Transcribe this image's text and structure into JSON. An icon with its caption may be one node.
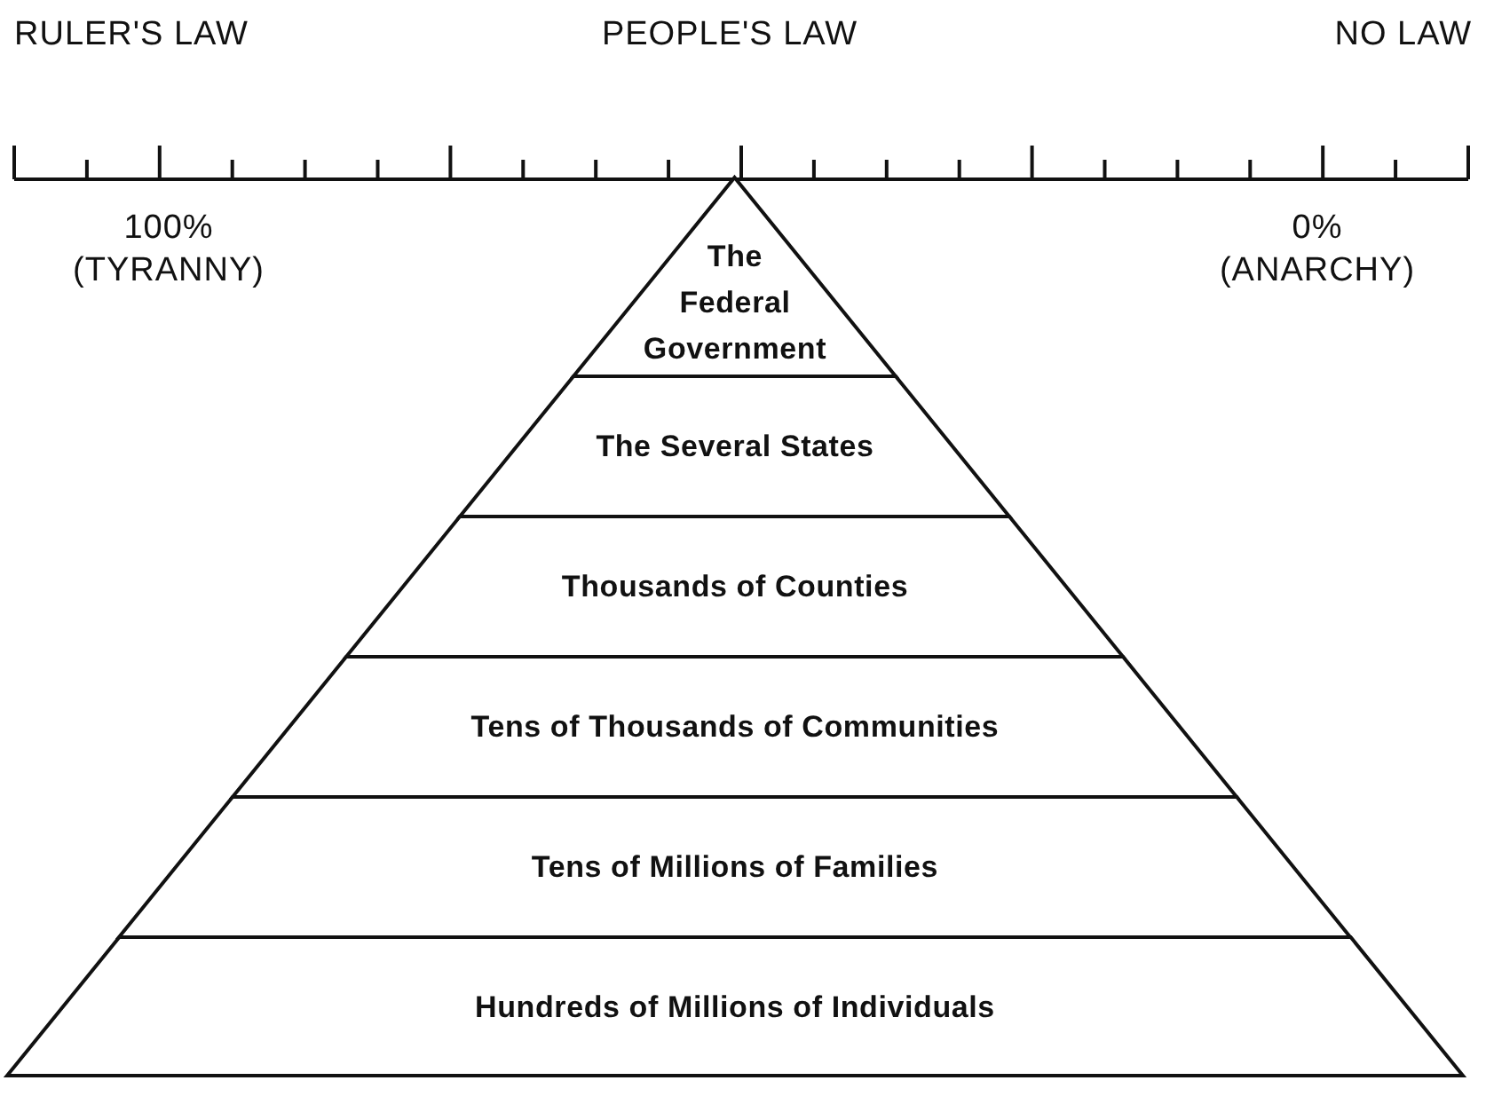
{
  "diagram": {
    "nodes": [
      {
        "text": [
          "The Federal Government"
        ]
      },
      {
        "text": [
          "The Several States"
        ]
      },
      {
        "text": [
          "Thousands of Counties"
        ]
      },
      {
        "text": [
          "Tens of Thousands of Communities"
        ]
      },
      {
        "text": [
          "Tens of Millions of Families"
        ]
      },
      {
        "text": [
          "Hundreds of Millions of Individuals"
        ]
      }
    ],
    "labels": [
      "RULER'S LAW",
      "PEOPLE'S LAW",
      "NO LAW",
      "100% (TYRANNY)",
      "0% (ANARCHY)"
    ]
  }
}
